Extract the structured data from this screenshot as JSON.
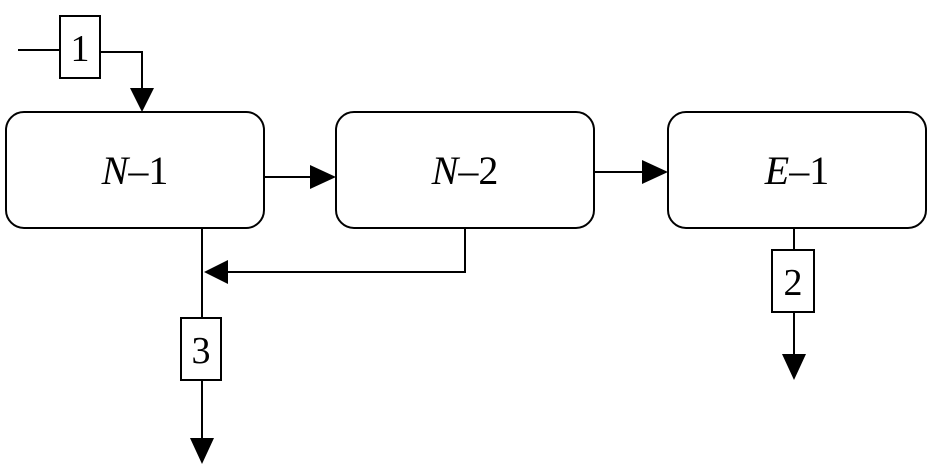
{
  "units": [
    {
      "id": "n1",
      "prefix": "N",
      "suffix": "–1"
    },
    {
      "id": "n2",
      "prefix": "N",
      "suffix": "–2"
    },
    {
      "id": "e1",
      "prefix": "E",
      "suffix": "–1"
    }
  ],
  "streams": [
    {
      "id": "s1",
      "label": "1"
    },
    {
      "id": "s2",
      "label": "2"
    },
    {
      "id": "s3",
      "label": "3"
    }
  ]
}
